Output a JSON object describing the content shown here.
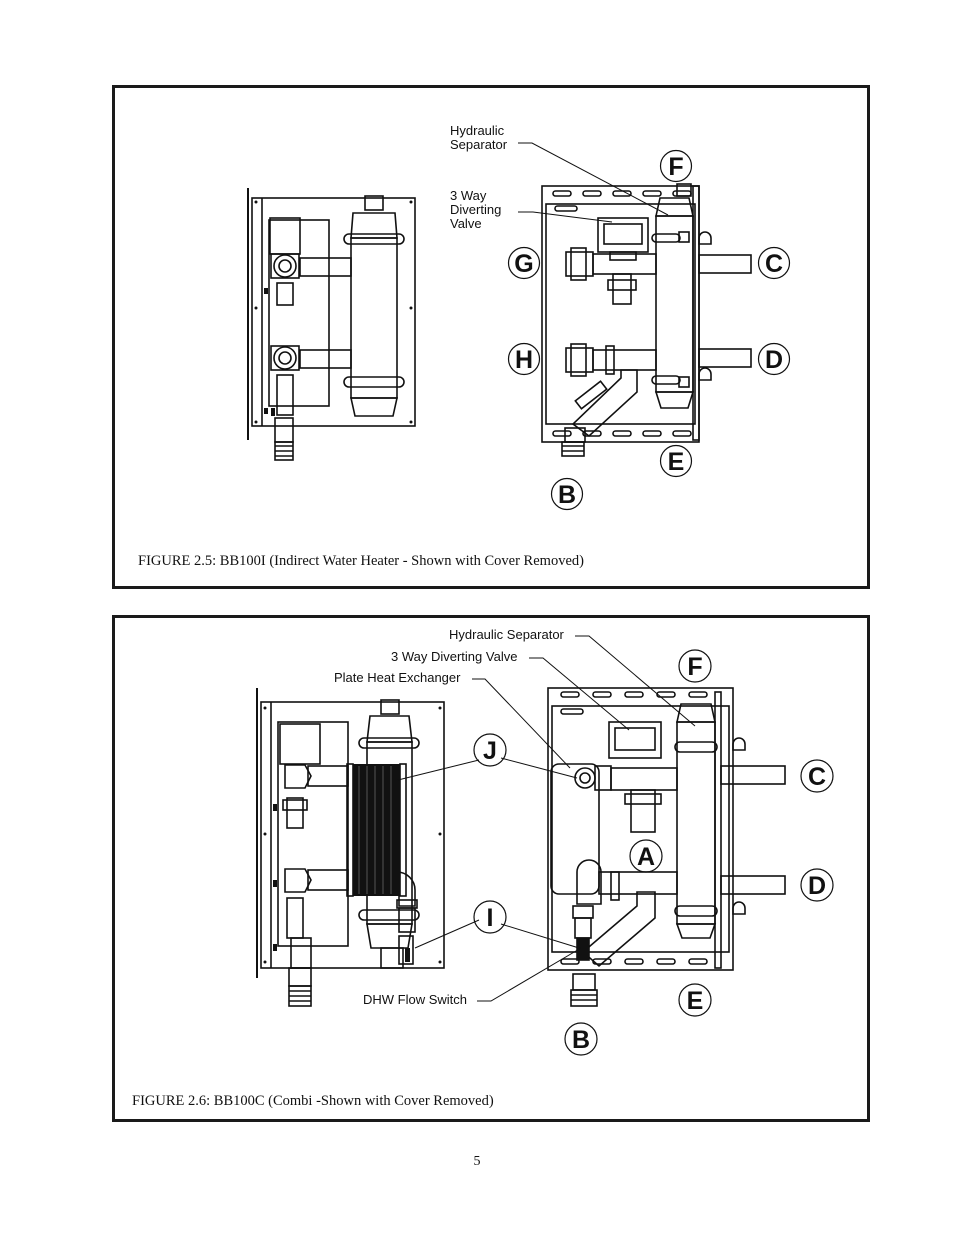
{
  "figure_1": {
    "caption": "FIGURE 2.5: BB100I (Indirect Water Heater - Shown with Cover Removed)",
    "callouts": {
      "hydraulic_separator_line1": "Hydraulic",
      "hydraulic_separator_line2": "Separator",
      "diverting_valve_line1": "3 Way",
      "diverting_valve_line2": "Diverting",
      "diverting_valve_line3": "Valve"
    },
    "letters": {
      "f": "F",
      "g": "G",
      "c": "C",
      "h": "H",
      "d": "D",
      "e": "E",
      "b": "B"
    }
  },
  "figure_2": {
    "caption": "FIGURE 2.6: BB100C (Combi -Shown with Cover Removed)",
    "callouts": {
      "hydraulic_separator": "Hydraulic Separator",
      "diverting_valve": "3 Way Diverting Valve",
      "plate_heat_exchanger": "Plate Heat Exchanger",
      "dhw_flow_switch": "DHW Flow Switch"
    },
    "letters": {
      "f": "F",
      "j": "J",
      "c": "C",
      "a": "A",
      "d": "D",
      "i": "I",
      "e": "E",
      "b": "B"
    }
  },
  "page_number": "5"
}
